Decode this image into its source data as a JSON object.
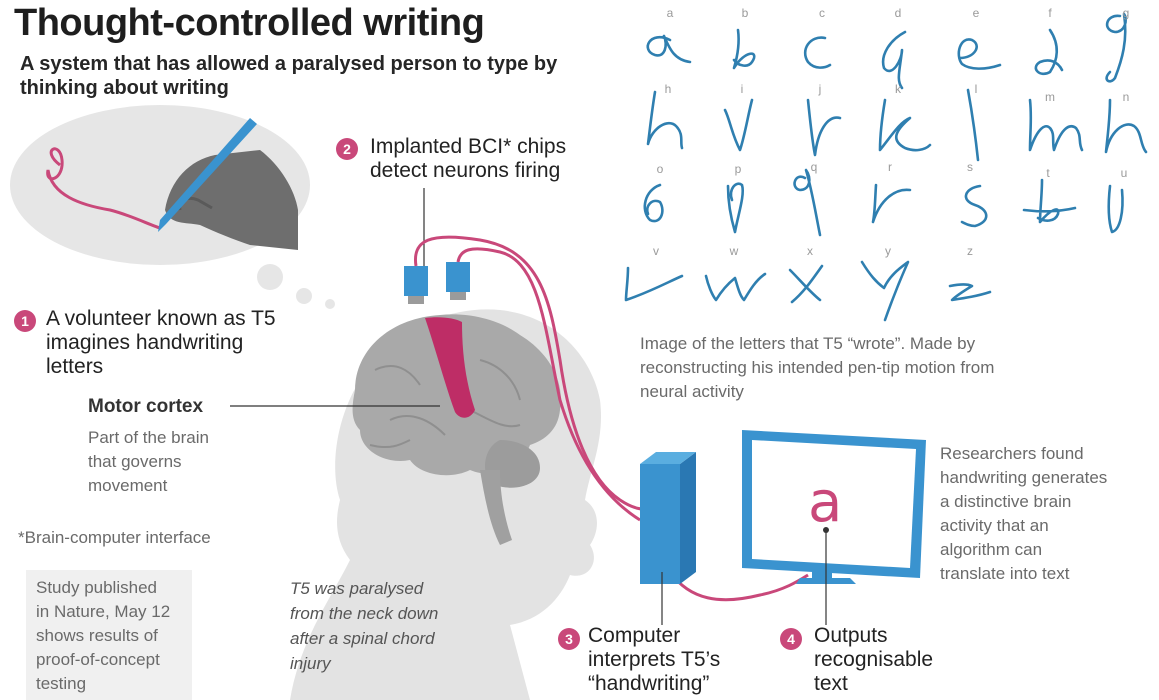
{
  "title": "Thought-controlled writing",
  "subtitle": "A system that has allowed a paralysed person to type by thinking about writing",
  "steps": [
    {
      "num": "1",
      "text_lines": [
        "A volunteer known as T5",
        "imagines handwriting",
        "letters"
      ]
    },
    {
      "num": "2",
      "text_lines": [
        "Implanted BCI* chips",
        "detect neurons firing"
      ]
    },
    {
      "num": "3",
      "text_lines": [
        "Computer",
        "interprets T5’s",
        "“handwriting”"
      ]
    },
    {
      "num": "4",
      "text_lines": [
        "Outputs",
        "recognisable",
        "text"
      ]
    }
  ],
  "motor_cortex": {
    "label": "Motor cortex",
    "desc_lines": [
      "Part of the brain",
      "that governs",
      "movement"
    ]
  },
  "footnote": "*Brain-computer interface",
  "study": {
    "lines": [
      "Study published",
      "in Nature, May 12",
      "shows results of",
      "proof-of-concept",
      "testing"
    ]
  },
  "paralysed_note": {
    "lines": [
      "T5 was paralysed",
      "from the neck down",
      "after a  spinal chord",
      "injury"
    ]
  },
  "letters_caption": {
    "lines": [
      "Image of the letters that T5 “wrote”.  Made by",
      "reconstructing his intended pen-tip motion from",
      "neural activity"
    ]
  },
  "researchers_note": {
    "lines": [
      "Researchers found",
      "handwriting generates",
      "a distinctive brain",
      "activity that  an",
      "algorithm can",
      "translate into text"
    ]
  },
  "screen_letter": "a",
  "letters": {
    "row1": [
      "a",
      "b",
      "c",
      "d",
      "e",
      "f",
      "g"
    ],
    "row2": [
      "h",
      "i",
      "j",
      "k",
      "l",
      "m",
      "n"
    ],
    "row3": [
      "o",
      "p",
      "q",
      "r",
      "s",
      "t",
      "u"
    ],
    "row4": [
      "v",
      "w",
      "x",
      "y",
      "z"
    ]
  },
  "colors": {
    "accent": "#c9487a",
    "blue": "#2e86c1",
    "letter_blue": "#2f7fb0",
    "gray_silhouette": "#e3e3e3",
    "brain_gray": "#a9a9a9"
  }
}
